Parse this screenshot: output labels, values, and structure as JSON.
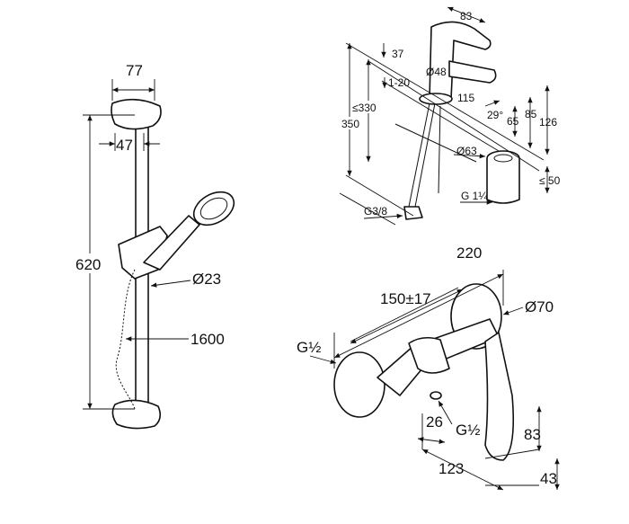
{
  "shower_set": {
    "rail_bracket_width": "77",
    "bracket_depth": "47",
    "rail_length": "620",
    "rail_diameter": "Ø23",
    "hose_length": "1600"
  },
  "basin_mixer": {
    "handle_length": "83",
    "lever_height": "37",
    "body_diameter": "Ø48",
    "deck_thickness": "1-20",
    "spout_reach": "115",
    "spout_angle": "29°",
    "spout_height": "65",
    "spout_top": "85",
    "total_height": "126",
    "hose_max": "≤330",
    "hose_length": "350",
    "waste_diameter": "Ø63",
    "waste_depth": "≤ 50",
    "waste_thread": "G 1¼",
    "supply_thread": "G3/8"
  },
  "shower_mixer": {
    "overall_width": "220",
    "centres": "150±17",
    "flange_diameter": "Ø70",
    "inlet_thread": "G½",
    "outlet_offset": "26",
    "outlet_thread": "G½",
    "handle_height": "83",
    "projection": "123",
    "outlet_height": "43"
  }
}
